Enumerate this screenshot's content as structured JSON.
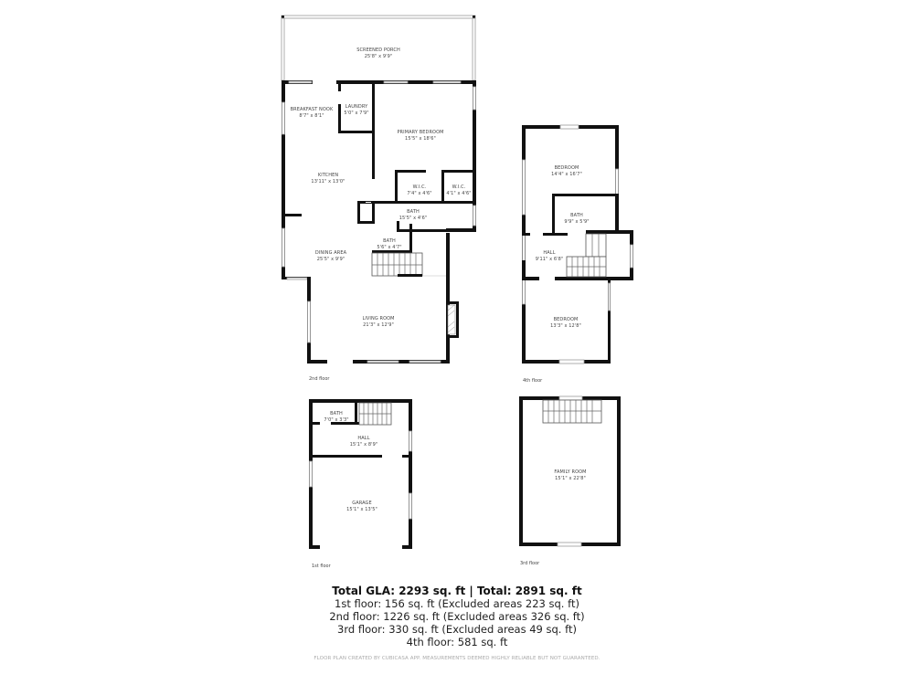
{
  "floors": {
    "second": {
      "label": "2nd floor",
      "rooms": [
        {
          "name": "SCREENED PORCH",
          "dims": "25'8\" x 9'9\""
        },
        {
          "name": "BREAKFAST NOOK",
          "dims": "8'7\" x 8'1\""
        },
        {
          "name": "LAUNDRY",
          "dims": "5'0\" x 7'9\""
        },
        {
          "name": "PRIMARY BEDROOM",
          "dims": "15'5\" x 18'6\""
        },
        {
          "name": "KITCHEN",
          "dims": "13'11\" x 13'0\""
        },
        {
          "name": "W.I.C.",
          "dims": "7'4\" x 4'6\""
        },
        {
          "name": "W.I.C.",
          "dims": "4'1\" x 4'6\""
        },
        {
          "name": "BATH",
          "dims": "15'5\" x 4'6\""
        },
        {
          "name": "BATH",
          "dims": "5'6\" x 4'7\""
        },
        {
          "name": "DINING AREA",
          "dims": "25'5\" x 9'9\""
        },
        {
          "name": "LIVING ROOM",
          "dims": "21'3\" x 12'9\""
        }
      ]
    },
    "fourth": {
      "label": "4th floor",
      "rooms": [
        {
          "name": "BEDROOM",
          "dims": "14'4\" x 16'7\""
        },
        {
          "name": "BATH",
          "dims": "9'9\" x 5'9\""
        },
        {
          "name": "HALL",
          "dims": "9'11\" x 6'8\""
        },
        {
          "name": "BEDROOM",
          "dims": "13'3\" x 12'8\""
        }
      ]
    },
    "first": {
      "label": "1st floor",
      "rooms": [
        {
          "name": "BATH",
          "dims": "7'0\" x 3'3\""
        },
        {
          "name": "HALL",
          "dims": "15'1\" x 8'9\""
        },
        {
          "name": "GARAGE",
          "dims": "15'1\" x 13'5\""
        }
      ]
    },
    "third": {
      "label": "3rd floor",
      "rooms": [
        {
          "name": "FAMILY ROOM",
          "dims": "15'1\" x 22'8\""
        }
      ]
    }
  },
  "summary": {
    "total": "Total GLA: 2293 sq. ft | Total: 2891 sq. ft",
    "lines": [
      "1st floor: 156 sq. ft (Excluded areas 223 sq. ft)",
      "2nd floor: 1226 sq. ft (Excluded areas 326 sq. ft)",
      "3rd floor: 330 sq. ft (Excluded areas 49 sq. ft)",
      "4th floor: 581 sq. ft"
    ],
    "disclaimer": "FLOOR PLAN CREATED BY CUBICASA APP. MEASUREMENTS DEEMED HIGHLY RELIABLE BUT NOT GUARANTEED."
  }
}
